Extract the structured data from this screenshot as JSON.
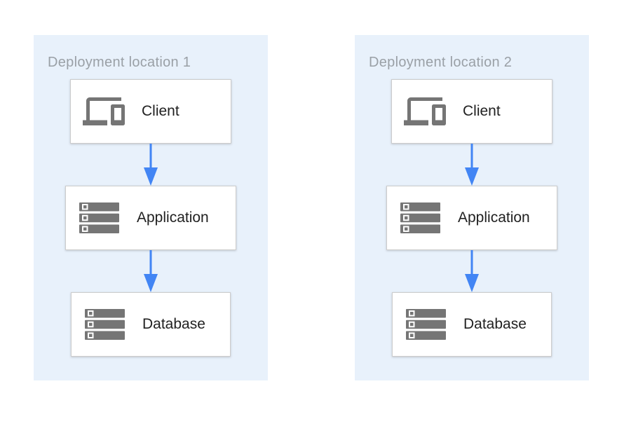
{
  "colors": {
    "zone_bg": "#e8f1fb",
    "zone_title": "#9aa0a6",
    "node_bg": "#ffffff",
    "node_border": "#cccccc",
    "node_label": "#212121",
    "icon_gray": "#757575",
    "arrow_blue": "#4285f4"
  },
  "zones": [
    {
      "title": "Deployment location 1",
      "nodes": [
        {
          "label": "Client",
          "icon": "devices-icon"
        },
        {
          "label": "Application",
          "icon": "server-stack-icon"
        },
        {
          "label": "Database",
          "icon": "server-stack-icon"
        }
      ]
    },
    {
      "title": "Deployment location 2",
      "nodes": [
        {
          "label": "Client",
          "icon": "devices-icon"
        },
        {
          "label": "Application",
          "icon": "server-stack-icon"
        },
        {
          "label": "Database",
          "icon": "server-stack-icon"
        }
      ]
    }
  ]
}
